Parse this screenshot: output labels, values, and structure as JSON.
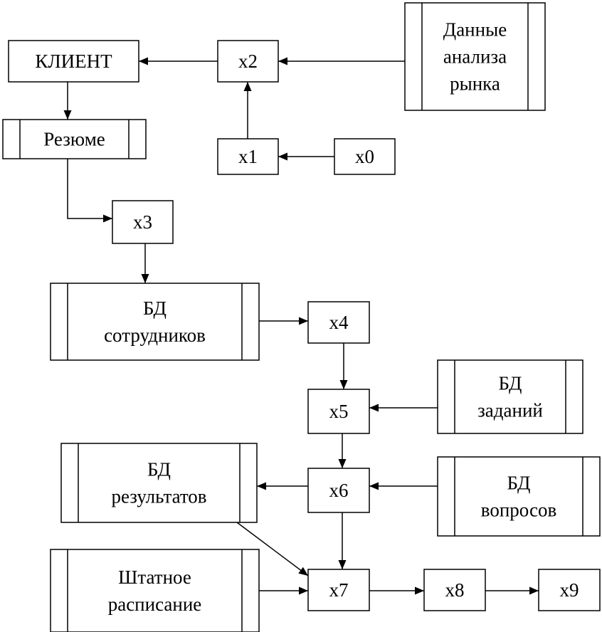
{
  "nodes": {
    "client": {
      "lines": [
        "КЛИЕНТ"
      ]
    },
    "x2": {
      "lines": [
        "x2"
      ]
    },
    "market": {
      "lines": [
        "Данные",
        "анализа",
        "рынка"
      ]
    },
    "resume": {
      "lines": [
        "Резюме"
      ]
    },
    "x1": {
      "lines": [
        "x1"
      ]
    },
    "x0": {
      "lines": [
        "x0"
      ]
    },
    "x3": {
      "lines": [
        "x3"
      ]
    },
    "db_staff": {
      "lines": [
        "БД",
        "сотрудников"
      ]
    },
    "x4": {
      "lines": [
        "x4"
      ]
    },
    "db_tasks": {
      "lines": [
        "БД",
        "заданий"
      ]
    },
    "x5": {
      "lines": [
        "x5"
      ]
    },
    "db_results": {
      "lines": [
        "БД",
        "результатов"
      ]
    },
    "x6": {
      "lines": [
        "x6"
      ]
    },
    "db_questions": {
      "lines": [
        "БД",
        "вопросов"
      ]
    },
    "staffing": {
      "lines": [
        "Штатное",
        "расписание"
      ]
    },
    "x7": {
      "lines": [
        "x7"
      ]
    },
    "x8": {
      "lines": [
        "x8"
      ]
    },
    "x9": {
      "lines": [
        "x9"
      ]
    }
  },
  "edges": [
    {
      "from": "x2",
      "to": "client"
    },
    {
      "from": "market",
      "to": "x2"
    },
    {
      "from": "x1",
      "to": "x2"
    },
    {
      "from": "x0",
      "to": "x1"
    },
    {
      "from": "client",
      "to": "resume"
    },
    {
      "from": "resume",
      "to": "x3"
    },
    {
      "from": "x3",
      "to": "db_staff"
    },
    {
      "from": "db_staff",
      "to": "x4"
    },
    {
      "from": "x4",
      "to": "x5"
    },
    {
      "from": "db_tasks",
      "to": "x5"
    },
    {
      "from": "x5",
      "to": "x6"
    },
    {
      "from": "x6",
      "to": "db_results"
    },
    {
      "from": "db_questions",
      "to": "x6"
    },
    {
      "from": "x6",
      "to": "x7"
    },
    {
      "from": "db_results",
      "to": "x7"
    },
    {
      "from": "staffing",
      "to": "x7"
    },
    {
      "from": "x7",
      "to": "x8"
    },
    {
      "from": "x8",
      "to": "x9"
    }
  ]
}
